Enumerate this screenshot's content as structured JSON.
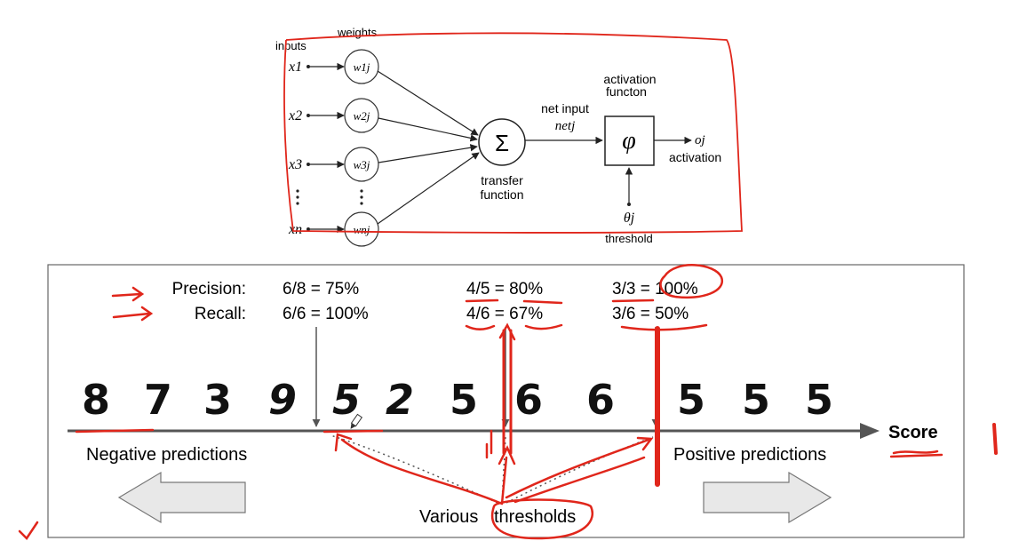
{
  "neuron": {
    "inputs_label": "inputs",
    "weights_label": "weights",
    "inputs": [
      "x1",
      "x2",
      "x3",
      "xn"
    ],
    "weights": [
      "w1j",
      "w2j",
      "w3j",
      "wnj"
    ],
    "sum_symbol": "Σ",
    "transfer_label_1": "transfer",
    "transfer_label_2": "function",
    "net_input_label": "net input",
    "net_symbol": "netj",
    "activation_function_label_1": "activation",
    "activation_function_label_2": "functon",
    "phi_symbol": "φ",
    "output_symbol": "oj",
    "output_label": "activation",
    "theta_symbol": "θj",
    "threshold_label": "threshold"
  },
  "threshold_figure": {
    "precision_label": "Precision:",
    "recall_label": "Recall:",
    "thresholds": [
      {
        "precision": "6/8 = 75%",
        "recall": "6/6 = 100%"
      },
      {
        "precision": "4/5 = 80%",
        "recall": "4/6 = 67%"
      },
      {
        "precision": "3/3 = 100%",
        "recall": "3/6 = 50%"
      }
    ],
    "digits": [
      "8",
      "7",
      "3",
      "9",
      "5",
      "2",
      "5",
      "6",
      "6",
      "5",
      "5",
      "5"
    ],
    "score_label": "Score",
    "negative_label": "Negative predictions",
    "positive_label": "Positive predictions",
    "various_label": "Various",
    "thresholds_word": "thresholds"
  },
  "colors": {
    "ink": "#111111",
    "annotation_red": "#e0261b",
    "arrow_fill": "#e8e8e8",
    "axis_gray": "#555555"
  }
}
